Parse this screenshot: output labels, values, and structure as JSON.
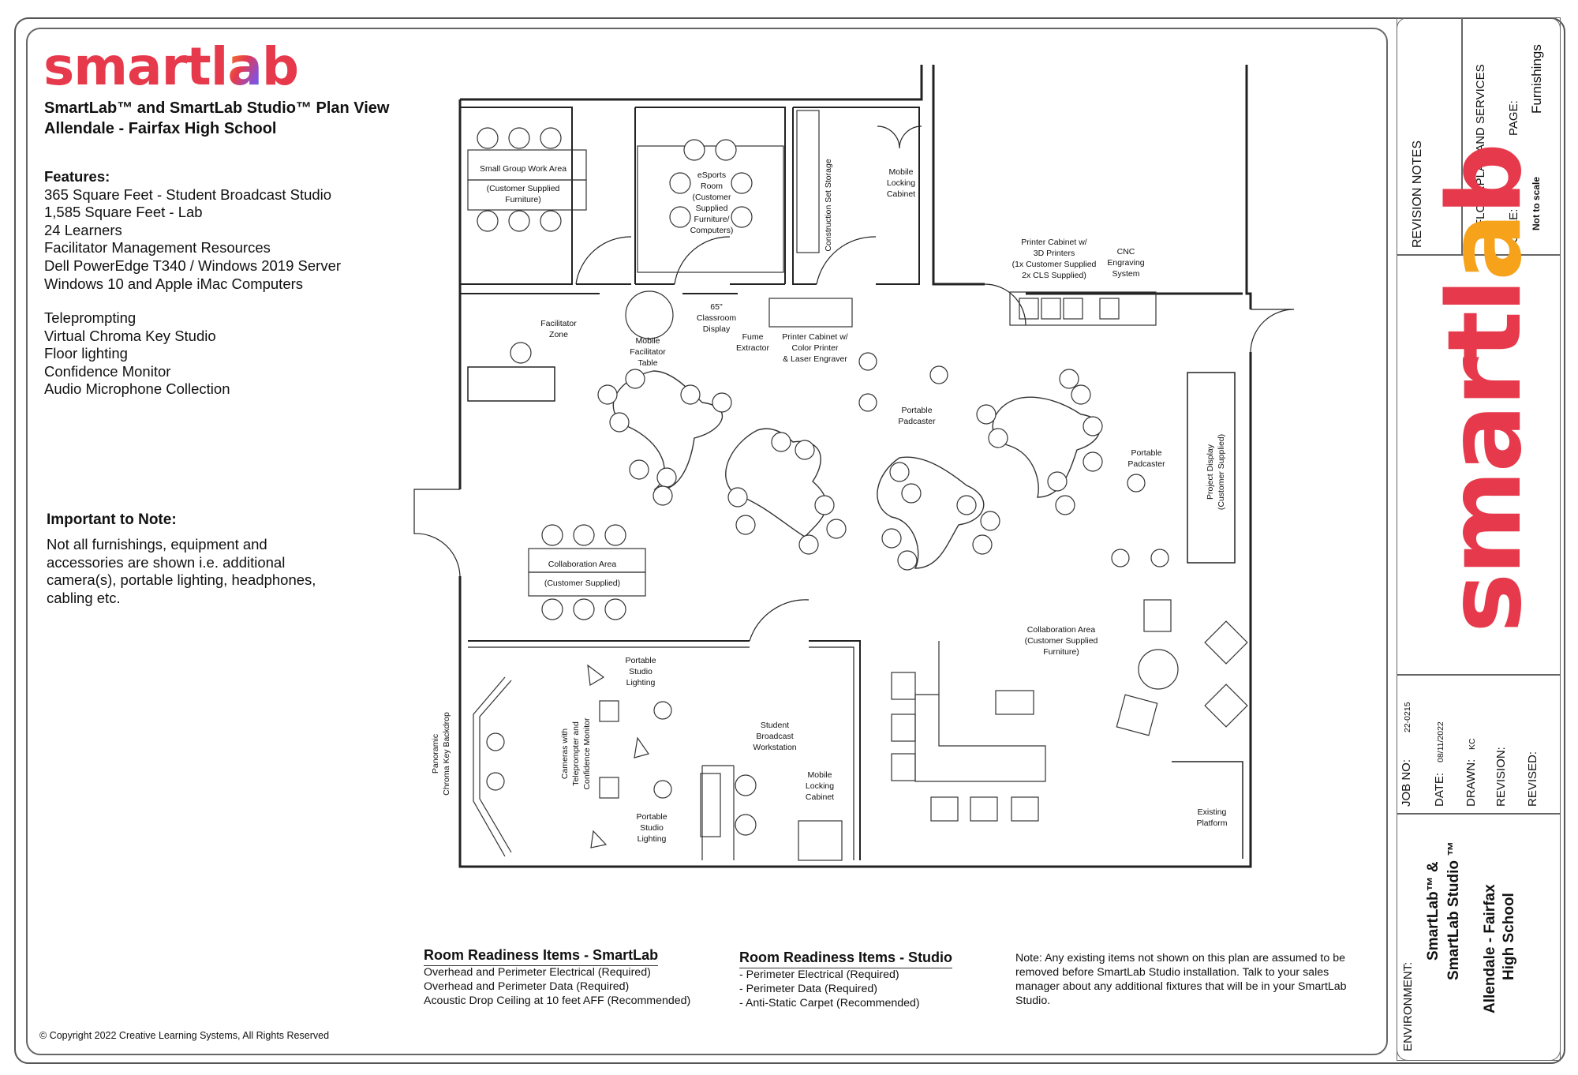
{
  "brand": {
    "logo_main": "smartl",
    "logo_q": "a",
    "logo_end": "b",
    "colors": {
      "primary": "#e63a4c",
      "accent_orange": "#f6a21a",
      "accent_purple": "#8a4fd6",
      "accent_blue": "#2f7fe0"
    }
  },
  "header": {
    "title_line1": "SmartLab™ and SmartLab Studio™ Plan View",
    "title_line2": "Allendale - Fairfax High School"
  },
  "features": {
    "heading": "Features:",
    "items": [
      "365 Square Feet - Student Broadcast Studio",
      "1,585 Square Feet - Lab",
      "24 Learners",
      "Facilitator Management Resources",
      "Dell PowerEdge T340 / Windows 2019 Server",
      "Windows 10 and Apple iMac Computers"
    ],
    "items2": [
      "Teleprompting",
      "Virtual Chroma Key Studio",
      "Floor lighting",
      "Confidence Monitor",
      "Audio Microphone Collection"
    ]
  },
  "important": {
    "heading": "Important to Note:",
    "body": "Not all furnishings, equipment and accessories are shown i.e. additional camera(s), portable lighting, headphones, cabling etc."
  },
  "copyright": "© Copyright 2022 Creative Learning Systems, All Rights Reserved",
  "plan_labels": {
    "small_group": "Small Group Work Area",
    "small_group_sub1": "(Customer Supplied",
    "small_group_sub2": "Furniture)",
    "esports": [
      "eSports",
      "Room",
      "(Customer",
      "Supplied",
      "Furniture/",
      "Computers)"
    ],
    "construction": "Construction Set Storage",
    "mobile_locking": [
      "Mobile",
      "Locking",
      "Cabinet"
    ],
    "printer_cab_3d": [
      "Printer Cabinet w/",
      "3D Printers",
      "(1x Customer Supplied",
      "2x CLS Supplied)"
    ],
    "cnc": [
      "CNC",
      "Engraving",
      "System"
    ],
    "facilitator_zone": [
      "Facilitator",
      "Zone"
    ],
    "mobile_facilitator": [
      "Mobile",
      "Facilitator",
      "Table"
    ],
    "classroom_display": [
      "65\"",
      "Classroom",
      "Display"
    ],
    "fume": [
      "Fume",
      "Extractor"
    ],
    "printer_color": [
      "Printer Cabinet w/",
      "Color Printer",
      "& Laser Engraver"
    ],
    "padcaster1": [
      "Portable",
      "Padcaster"
    ],
    "padcaster2": [
      "Portable",
      "Padcaster"
    ],
    "project_display": [
      "Project Display",
      "(Customer Supplied)"
    ],
    "collab_area": "Collaboration Area",
    "collab_sub": "(Customer Supplied)",
    "collab_area2": [
      "Collaboration Area",
      "(Customer Supplied",
      "Furniture)"
    ],
    "studio_lighting1": [
      "Portable",
      "Studio",
      "Lighting"
    ],
    "studio_lighting2": [
      "Portable",
      "Studio",
      "Lighting"
    ],
    "cameras": [
      "Cameras with",
      "Teleprompter and",
      "Confidence Monitor"
    ],
    "chroma": [
      "Panoramic",
      "Chroma Key Backdrop"
    ],
    "broadcast_ws": [
      "Student",
      "Broadcast",
      "Workstation"
    ],
    "mobile_locking2": [
      "Mobile",
      "Locking",
      "Cabinet"
    ],
    "existing_platform": [
      "Existing",
      "Platform"
    ]
  },
  "readiness_smartlab": {
    "heading": "Room Readiness Items - SmartLab",
    "items": [
      "Overhead and Perimeter Electrical (Required)",
      "Overhead and Perimeter Data (Required)",
      "Acoustic Drop Ceiling at 10 feet AFF (Recommended)"
    ]
  },
  "readiness_studio": {
    "heading": "Room Readiness Items - Studio",
    "items": [
      "- Perimeter Electrical (Required)",
      "- Perimeter Data (Required)",
      "- Anti-Static Carpet (Recommended)"
    ]
  },
  "note_right": "Note: Any existing items not shown on this plan are assumed to be removed before SmartLab Studio installation. Talk to your sales manager about any additional fixtures that will be in your SmartLab Studio.",
  "title_block": {
    "revision_notes": "REVISION NOTES",
    "floorplan": "FLOORPLAN AND SERVICES",
    "page_label": "PAGE:",
    "page_value": "Furnishings",
    "scale_label": "SCALE:",
    "scale_value": "Not to scale",
    "job_label": "JOB NO:",
    "job_value": "22-0215",
    "date_label": "DATE:",
    "date_value": "08/11/2022",
    "drawn_label": "DRAWN:",
    "drawn_value": "KC",
    "revision_label": "REVISION:",
    "revised_label": "REVISED:",
    "environment_label": "ENVIRONMENT:",
    "environment_value1": "SmartLab™ &",
    "environment_value2": "SmartLab Studio ™",
    "school1": "Allendale - Fairfax",
    "school2": "High School"
  }
}
